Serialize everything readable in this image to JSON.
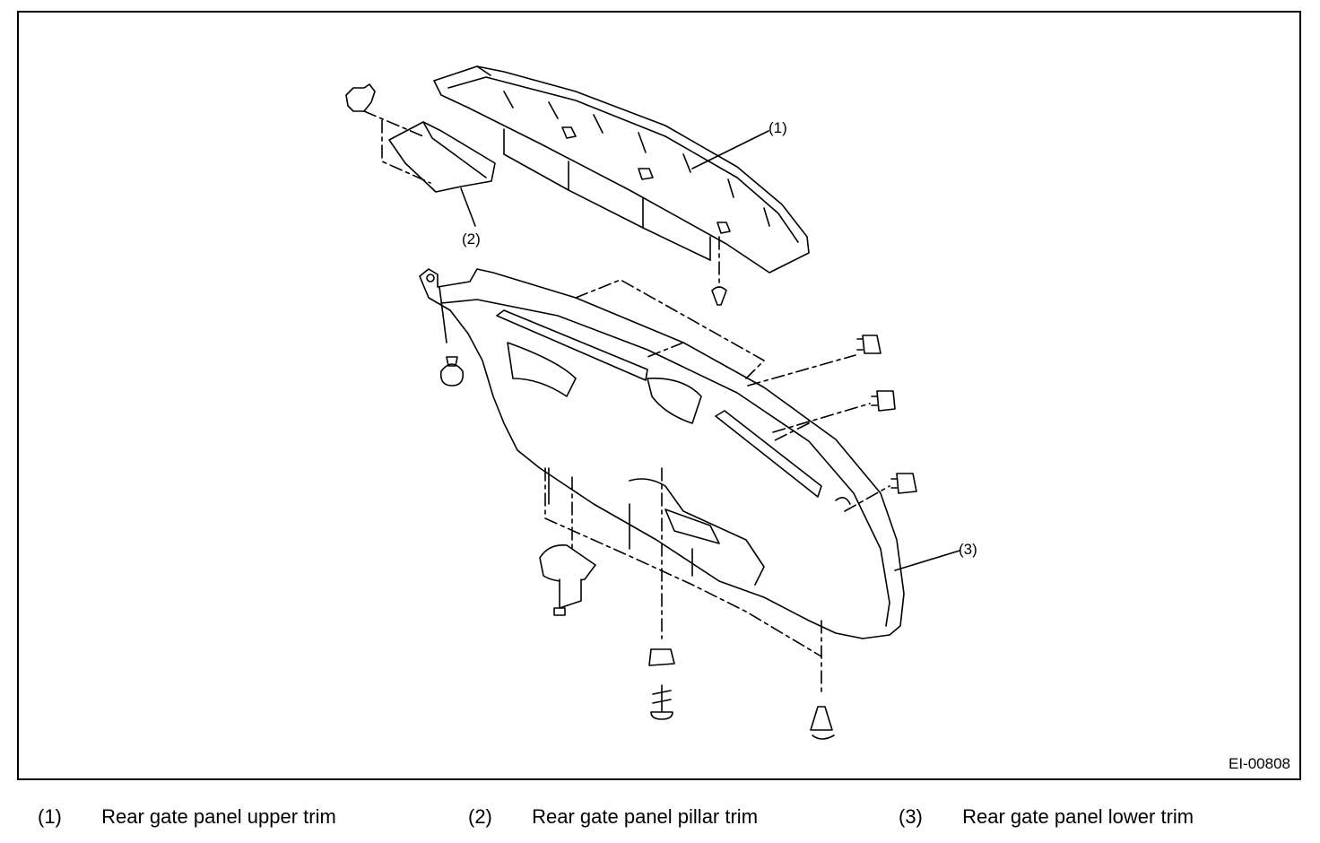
{
  "figure": {
    "id": "EI-00808",
    "callouts": [
      {
        "num": "(1)"
      },
      {
        "num": "(2)"
      },
      {
        "num": "(3)"
      }
    ]
  },
  "legend": [
    {
      "num": "(1)",
      "label": "Rear gate panel upper trim"
    },
    {
      "num": "(2)",
      "label": "Rear gate panel pillar trim"
    },
    {
      "num": "(3)",
      "label": "Rear gate panel lower trim"
    }
  ]
}
